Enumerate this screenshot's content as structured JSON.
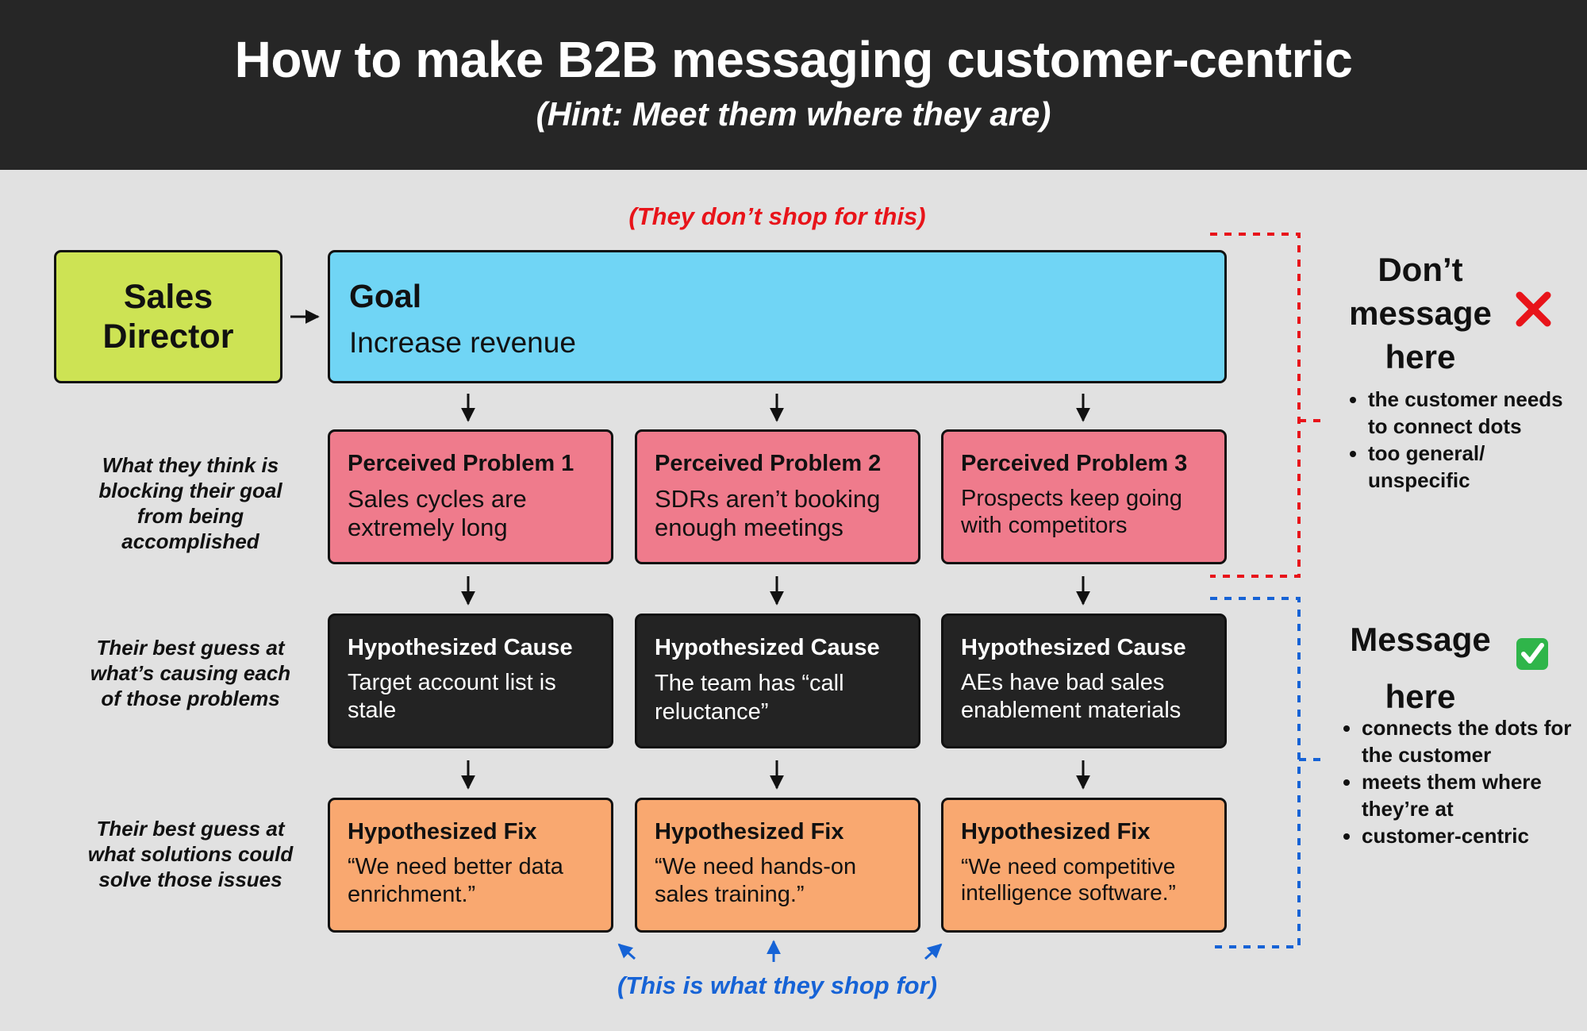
{
  "header": {
    "title": "How to make B2B messaging customer-centric",
    "subtitle": "(Hint: Meet them where they are)"
  },
  "persona": {
    "label": "Sales Director"
  },
  "goal": {
    "title": "Goal",
    "text": "Increase revenue"
  },
  "notes": {
    "top": "(They don’t shop for this)",
    "bottom": "(This is what they shop for)"
  },
  "row_labels": [
    "What they think is blocking their goal from being accomplished",
    "Their best guess at what’s causing each of those problems",
    "Their best guess at what solutions could solve those issues"
  ],
  "problems": [
    {
      "title": "Perceived Problem 1",
      "text": "Sales cycles are extremely long"
    },
    {
      "title": "Perceived Problem 2",
      "text": "SDRs aren’t booking enough meetings"
    },
    {
      "title": "Perceived Problem 3",
      "text": "Prospects keep going with competitors"
    }
  ],
  "causes": [
    {
      "title": "Hypothesized Cause",
      "text": "Target account list is stale"
    },
    {
      "title": "Hypothesized Cause",
      "text": "The team has “call reluctance”"
    },
    {
      "title": "Hypothesized Cause",
      "text": "AEs have bad sales enablement materials"
    }
  ],
  "fixes": [
    {
      "title": "Hypothesized Fix",
      "text": "“We need better data enrichment.”"
    },
    {
      "title": "Hypothesized Fix",
      "text": "“We need hands-on sales training.”"
    },
    {
      "title": "Hypothesized Fix",
      "text": "“We need competitive intelligence software.”"
    }
  ],
  "dont": {
    "title": "Don’t message here",
    "icon": "cross-mark-icon",
    "bullets": [
      "the customer needs to connect dots",
      "too general/ unspecific"
    ]
  },
  "do": {
    "title": "Message here",
    "icon": "check-mark-icon",
    "bullets": [
      "connects the dots for the customer",
      "meets them where they’re at",
      "customer-centric"
    ]
  },
  "colors": {
    "header_bg": "#262626",
    "persona": "#cde354",
    "goal": "#70d5f5",
    "problem": "#ef7b8c",
    "cause": "#232323",
    "fix": "#f9a870",
    "red": "#e8141a",
    "blue": "#1663d6",
    "check_green": "#2fb54a"
  }
}
